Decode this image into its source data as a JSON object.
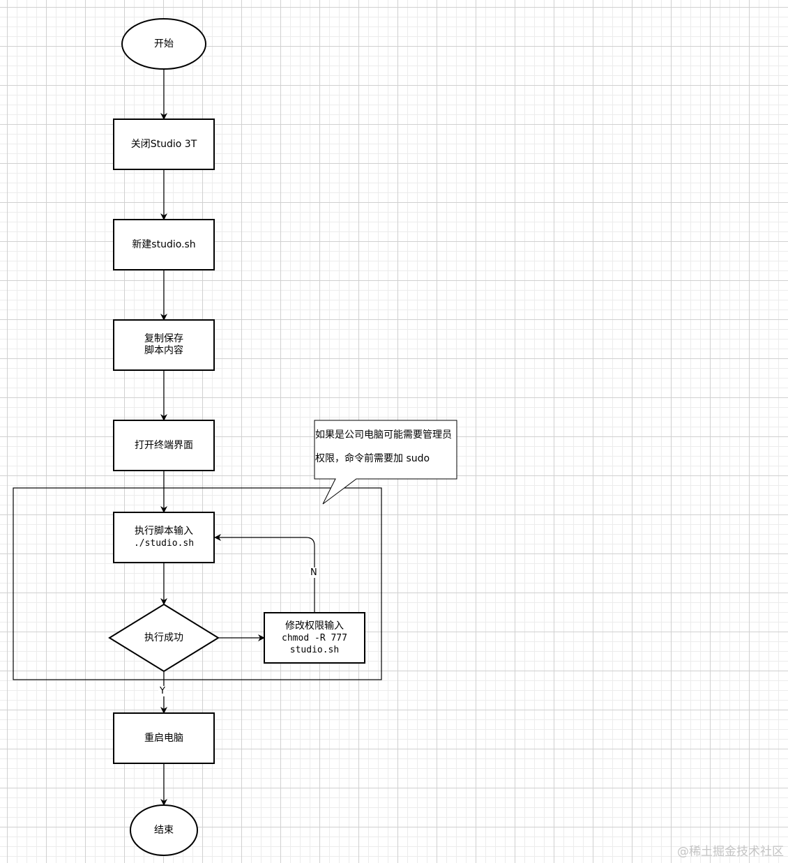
{
  "nodes": {
    "start": "开始",
    "close_app": "关闭Studio 3T",
    "new_script": "新建studio.sh",
    "copy_save": "复制保存\n脚本内容",
    "open_terminal": "打开终端界面",
    "run_script_line1": "执行脚本输入",
    "run_script_line2": "./studio.sh",
    "decision": "执行成功",
    "chmod_line1": "修改权限输入",
    "chmod_line2": "chmod -R 777",
    "chmod_line3": "studio.sh",
    "reboot": "重启电脑",
    "end": "结束"
  },
  "note": {
    "line1": "如果是公司电脑可能需要管理员",
    "line2": "权限，命令前需要加 sudo"
  },
  "edges": {
    "no_label": "N",
    "yes_label": "Y"
  },
  "watermark": "@稀土掘金技术社区"
}
